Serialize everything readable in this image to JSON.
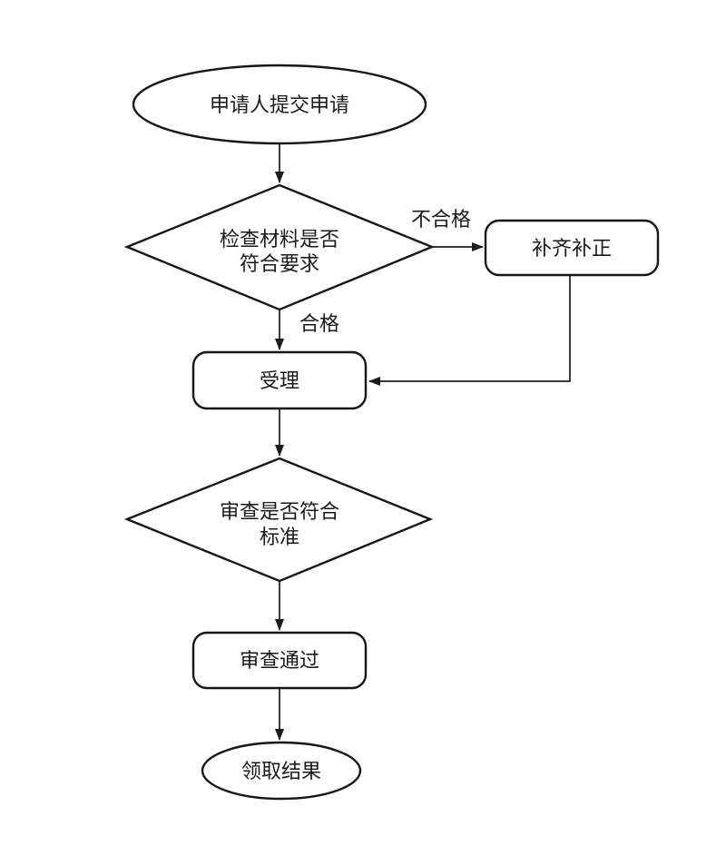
{
  "diagram": {
    "type": "flowchart",
    "background_color": "#ffffff",
    "stroke_color": "#161616",
    "text_color": "#1b1b1b",
    "nodes": {
      "start": {
        "shape": "ellipse",
        "label": "申请人提交申请"
      },
      "check_materials": {
        "shape": "decision",
        "line1": "检查材料是否",
        "line2": "符合要求"
      },
      "supplement": {
        "shape": "rounded-rect",
        "label": "补齐补正"
      },
      "accept": {
        "shape": "rounded-rect",
        "label": "受理"
      },
      "review": {
        "shape": "decision",
        "line1": "审查是否符合",
        "line2": "标准"
      },
      "review_passed": {
        "shape": "rounded-rect",
        "label": "审查通过"
      },
      "end": {
        "shape": "ellipse",
        "label": "领取结果"
      }
    },
    "edge_labels": {
      "unqualified": "不合格",
      "qualified": "合格"
    },
    "flow": [
      "start -> check_materials",
      "check_materials -不合格-> supplement",
      "check_materials -合格-> accept",
      "supplement -> accept",
      "accept -> review",
      "review -> review_passed",
      "review_passed -> end"
    ]
  }
}
